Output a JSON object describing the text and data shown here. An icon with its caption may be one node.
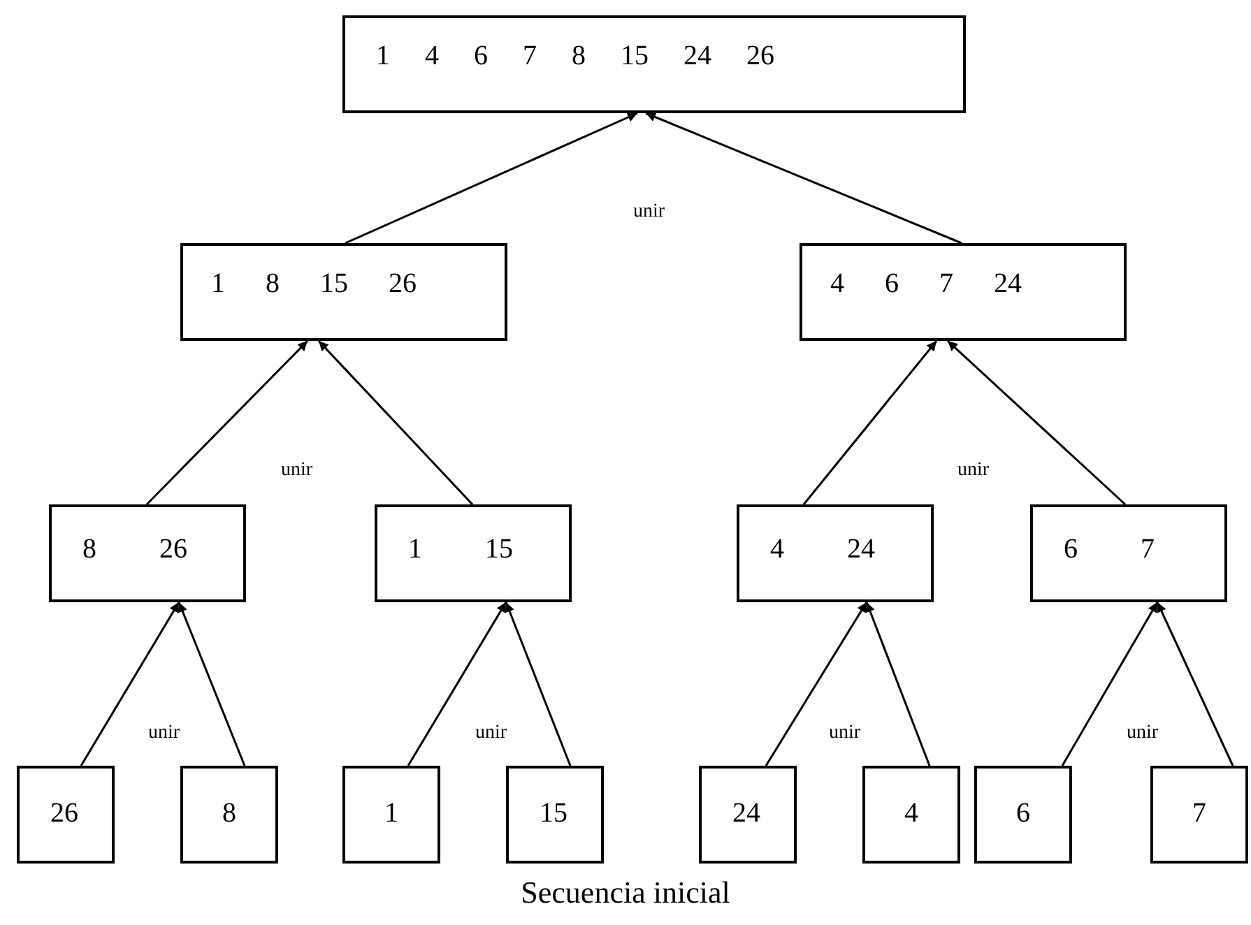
{
  "diagram": {
    "caption": "Secuencia inicial",
    "nodes": [
      {
        "text": [
          "1 4 6 7 8 15 24 26"
        ]
      },
      {
        "text": [
          "1 8 15 26"
        ]
      },
      {
        "text": [
          "4 6 7 24"
        ]
      },
      {
        "text": [
          "8 26"
        ]
      },
      {
        "text": [
          "1 15"
        ]
      },
      {
        "text": [
          "4 24"
        ]
      },
      {
        "text": [
          "6 7"
        ]
      },
      {
        "text": [
          "26"
        ]
      },
      {
        "text": [
          "8"
        ]
      },
      {
        "text": [
          "1"
        ]
      },
      {
        "text": [
          "15"
        ]
      },
      {
        "text": [
          "24"
        ]
      },
      {
        "text": [
          "4"
        ]
      },
      {
        "text": [
          "6"
        ]
      },
      {
        "text": [
          "7"
        ]
      }
    ],
    "edges": [
      {
        "from": 1,
        "to": 0,
        "arrow": "to"
      },
      {
        "from": 2,
        "to": 0,
        "arrow": "to"
      },
      {
        "from": 3,
        "to": 1,
        "arrow": "to"
      },
      {
        "from": 4,
        "to": 1,
        "arrow": "to"
      },
      {
        "from": 5,
        "to": 2,
        "arrow": "to"
      },
      {
        "from": 6,
        "to": 2,
        "arrow": "to"
      },
      {
        "from": 7,
        "to": 3,
        "arrow": "to"
      },
      {
        "from": 8,
        "to": 3,
        "arrow": "to"
      },
      {
        "from": 9,
        "to": 4,
        "arrow": "to"
      },
      {
        "from": 10,
        "to": 4,
        "arrow": "to"
      },
      {
        "from": 11,
        "to": 5,
        "arrow": "to"
      },
      {
        "from": 12,
        "to": 5,
        "arrow": "to"
      },
      {
        "from": 13,
        "to": 6,
        "arrow": "to"
      },
      {
        "from": 14,
        "to": 6,
        "arrow": "to"
      }
    ],
    "labels": [
      "unir",
      "unir",
      "unir",
      "unir",
      "unir",
      "unir",
      "unir"
    ]
  }
}
